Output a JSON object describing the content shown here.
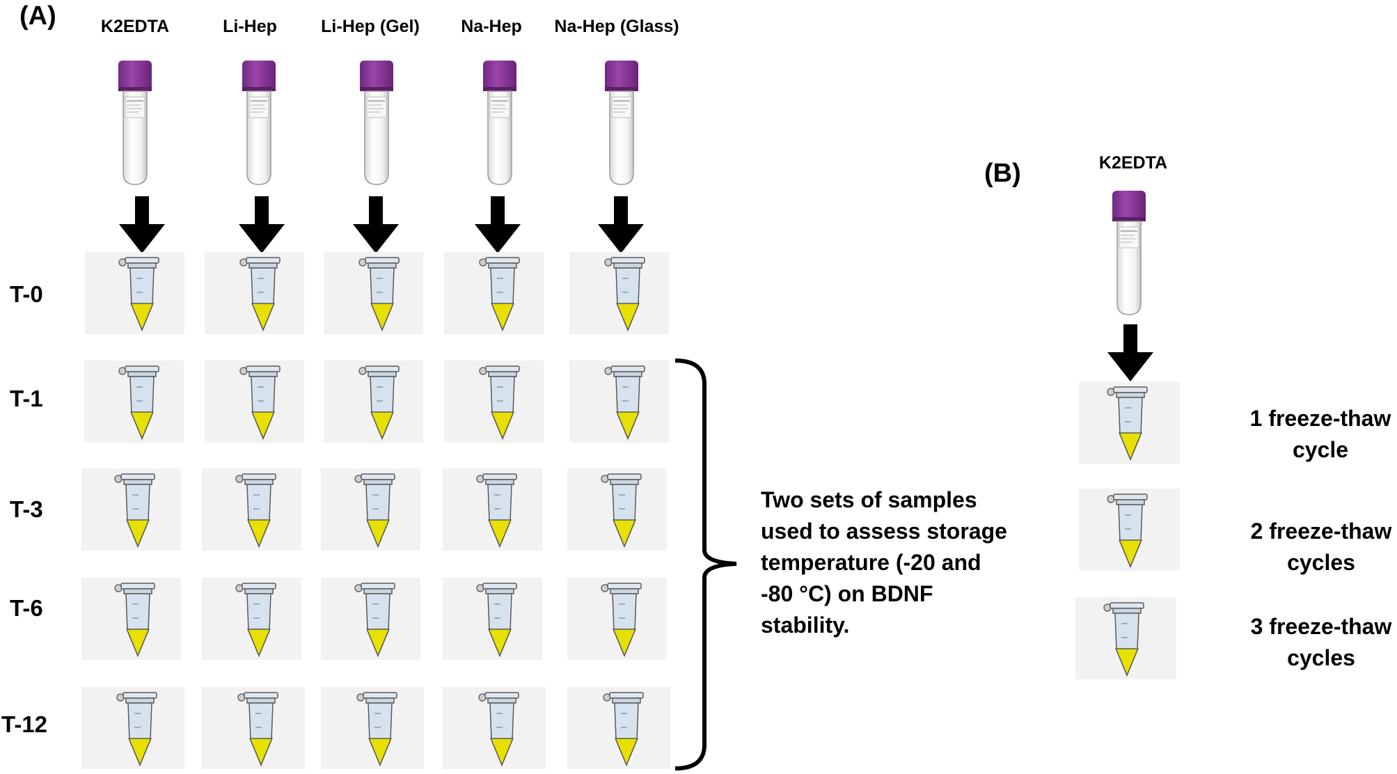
{
  "panel_a": {
    "label": "(A)",
    "tube_types": [
      "K2EDTA",
      "Li-Hep",
      "Li-Hep (Gel)",
      "Na-Hep",
      "Na-Hep (Glass)"
    ],
    "timepoints": [
      "T-0",
      "T-1",
      "T-3",
      "T-6",
      "T-12"
    ],
    "bracket_note": "Two sets of samples used to assess storage temperature (-20 and -80 °C) on BDNF stability."
  },
  "panel_b": {
    "label": "(B)",
    "tube_type": "K2EDTA",
    "cycles": [
      "1 freeze-thaw cycle",
      "2 freeze-thaw cycles",
      "3 freeze-thaw cycles"
    ]
  },
  "colors": {
    "cap": "#8e3a9c",
    "cap_dark": "#6e2a7e",
    "sample": "#e8e000",
    "tube_body": "#d6e2ee",
    "cell_bg": "#f2f2f2",
    "arrow": "#000000"
  },
  "icons": {
    "blood_tube": "vacutainer-tube-icon",
    "microtube": "eppendorf-tube-icon",
    "arrow": "down-arrow-icon",
    "bracket": "curly-bracket-icon"
  }
}
